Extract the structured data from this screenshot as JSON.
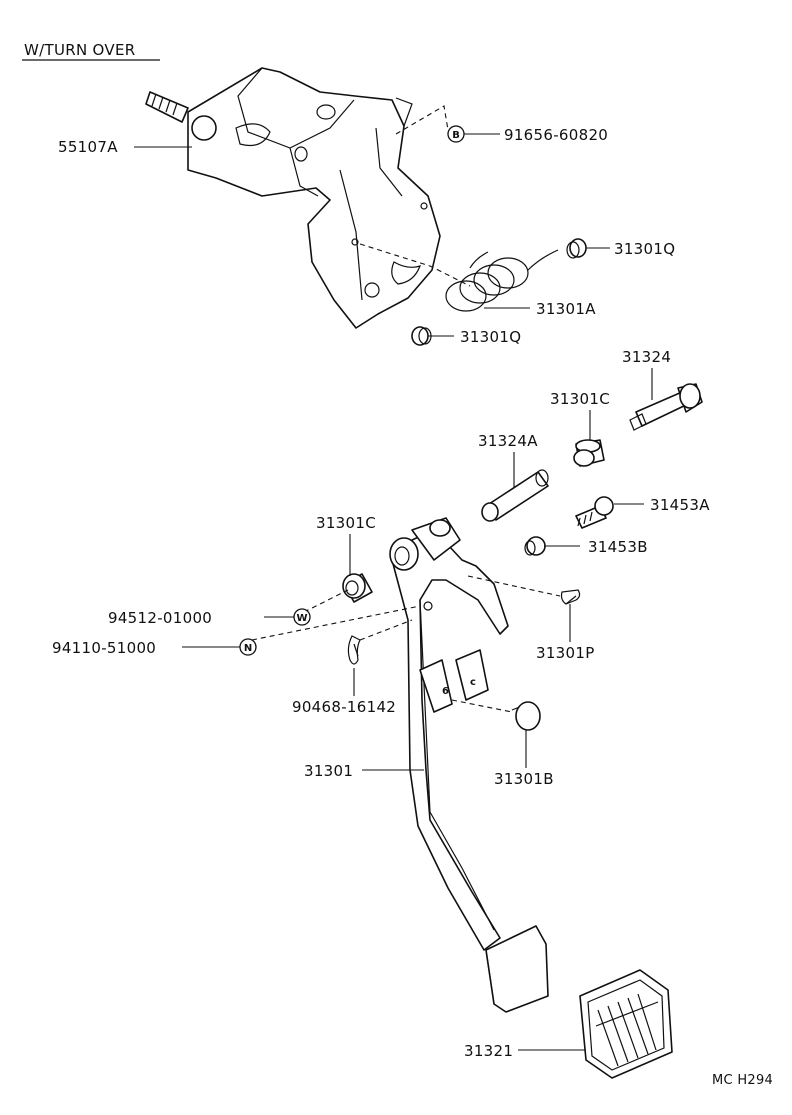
{
  "header": {
    "variant": "W/TURN OVER"
  },
  "footer": {
    "figure_code": "MC H294"
  },
  "callouts": {
    "p55107A": "55107A",
    "p91656": "91656-60820",
    "p31301Q_a": "31301Q",
    "p31301A": "31301A",
    "p31301Q_b": "31301Q",
    "p31324": "31324",
    "p31301C_a": "31301C",
    "p31324A": "31324A",
    "p31453A": "31453A",
    "p31301C_b": "31301C",
    "p31453B": "31453B",
    "p94512": "94512-01000",
    "p94110": "94110-51000",
    "p31301P": "31301P",
    "p90468": "90468-16142",
    "p31301": "31301",
    "p31301B": "31301B",
    "p31321": "31321"
  },
  "symbols": {
    "B": "B",
    "W": "W",
    "N": "N"
  }
}
